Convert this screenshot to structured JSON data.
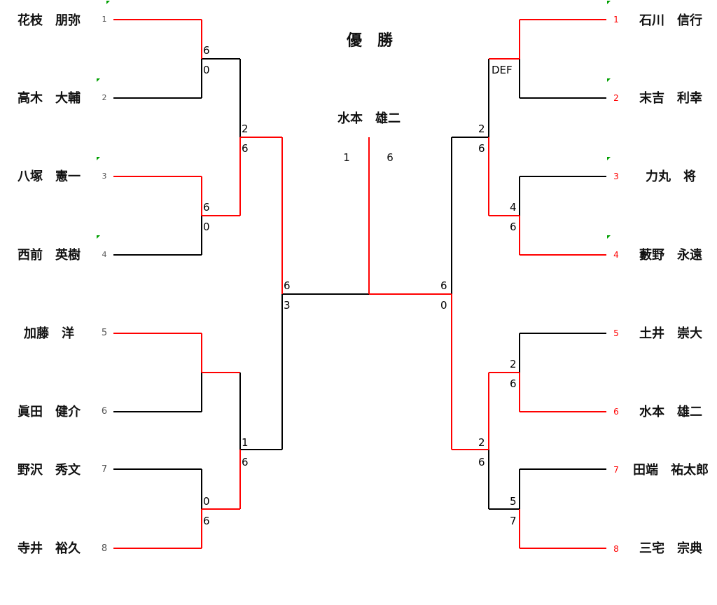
{
  "title": "優　勝",
  "champion": "水本　雄二",
  "final": {
    "left_score": "1",
    "right_score": "6"
  },
  "colors": {
    "winner_line": "#ff0000",
    "loser_line": "#000000",
    "left_seed": "#555555",
    "right_seed": "#ff0000",
    "marker": "#00a000"
  },
  "left": {
    "players": [
      {
        "seed": "1",
        "name": "花枝　朋弥"
      },
      {
        "seed": "2",
        "name": "高木　大輔"
      },
      {
        "seed": "3",
        "name": "八塚　憲一"
      },
      {
        "seed": "4",
        "name": "西前　英樹"
      },
      {
        "seed": "5",
        "name": "加藤　洋"
      },
      {
        "seed": "6",
        "name": "眞田　健介"
      },
      {
        "seed": "7",
        "name": "野沢　秀文"
      },
      {
        "seed": "8",
        "name": "寺井　裕久"
      }
    ],
    "round1": [
      {
        "top": "6",
        "bottom": "0"
      },
      {
        "top": "6",
        "bottom": "0"
      },
      {},
      {
        "top": "0",
        "bottom": "6"
      }
    ],
    "round2": [
      {
        "top": "2",
        "bottom": "6"
      },
      {
        "top": "1",
        "bottom": "6"
      }
    ],
    "semifinal": {
      "top": "6",
      "bottom": "3"
    }
  },
  "right": {
    "players": [
      {
        "seed": "1",
        "name": "石川　信行"
      },
      {
        "seed": "2",
        "name": "末吉　利幸"
      },
      {
        "seed": "3",
        "name": "力丸　将"
      },
      {
        "seed": "4",
        "name": "藪野　永遠"
      },
      {
        "seed": "5",
        "name": "土井　崇大"
      },
      {
        "seed": "6",
        "name": "水本　雄二"
      },
      {
        "seed": "7",
        "name": "田端　祐太郎"
      },
      {
        "seed": "8",
        "name": "三宅　宗典"
      }
    ],
    "round1": [
      {
        "bottom": "DEF"
      },
      {
        "top": "4",
        "bottom": "6"
      },
      {
        "top": "2",
        "bottom": "6"
      },
      {
        "top": "5",
        "bottom": "7"
      }
    ],
    "round2": [
      {
        "top": "2",
        "bottom": "6"
      },
      {
        "top": "2",
        "bottom": "6"
      }
    ],
    "semifinal": {
      "top": "6",
      "bottom": "0"
    }
  }
}
